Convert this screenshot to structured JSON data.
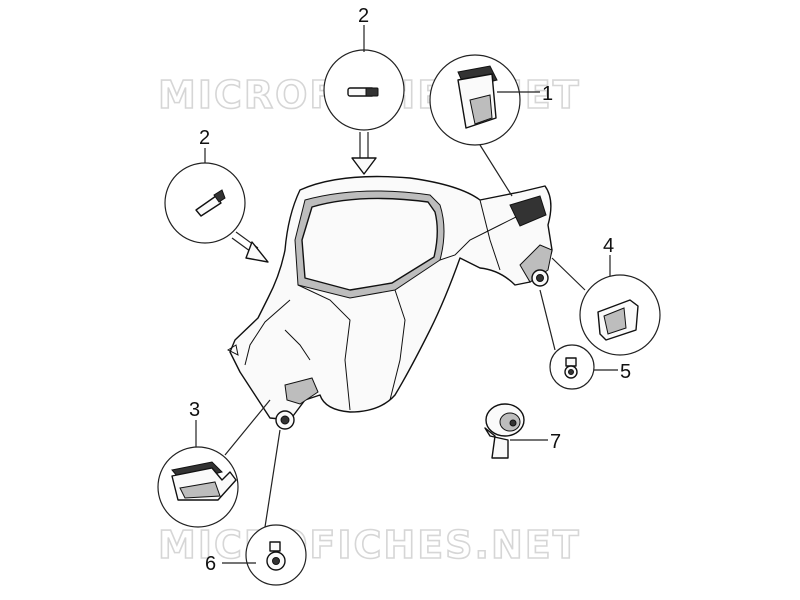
{
  "watermarks": [
    "MICROFICHES.NET",
    "MICROFICHES.NET"
  ],
  "callouts": {
    "c1": "1",
    "c2_top": "2",
    "c2_left": "2",
    "c3": "3",
    "c4": "4",
    "c5": "5",
    "c6": "6",
    "c7": "7"
  }
}
